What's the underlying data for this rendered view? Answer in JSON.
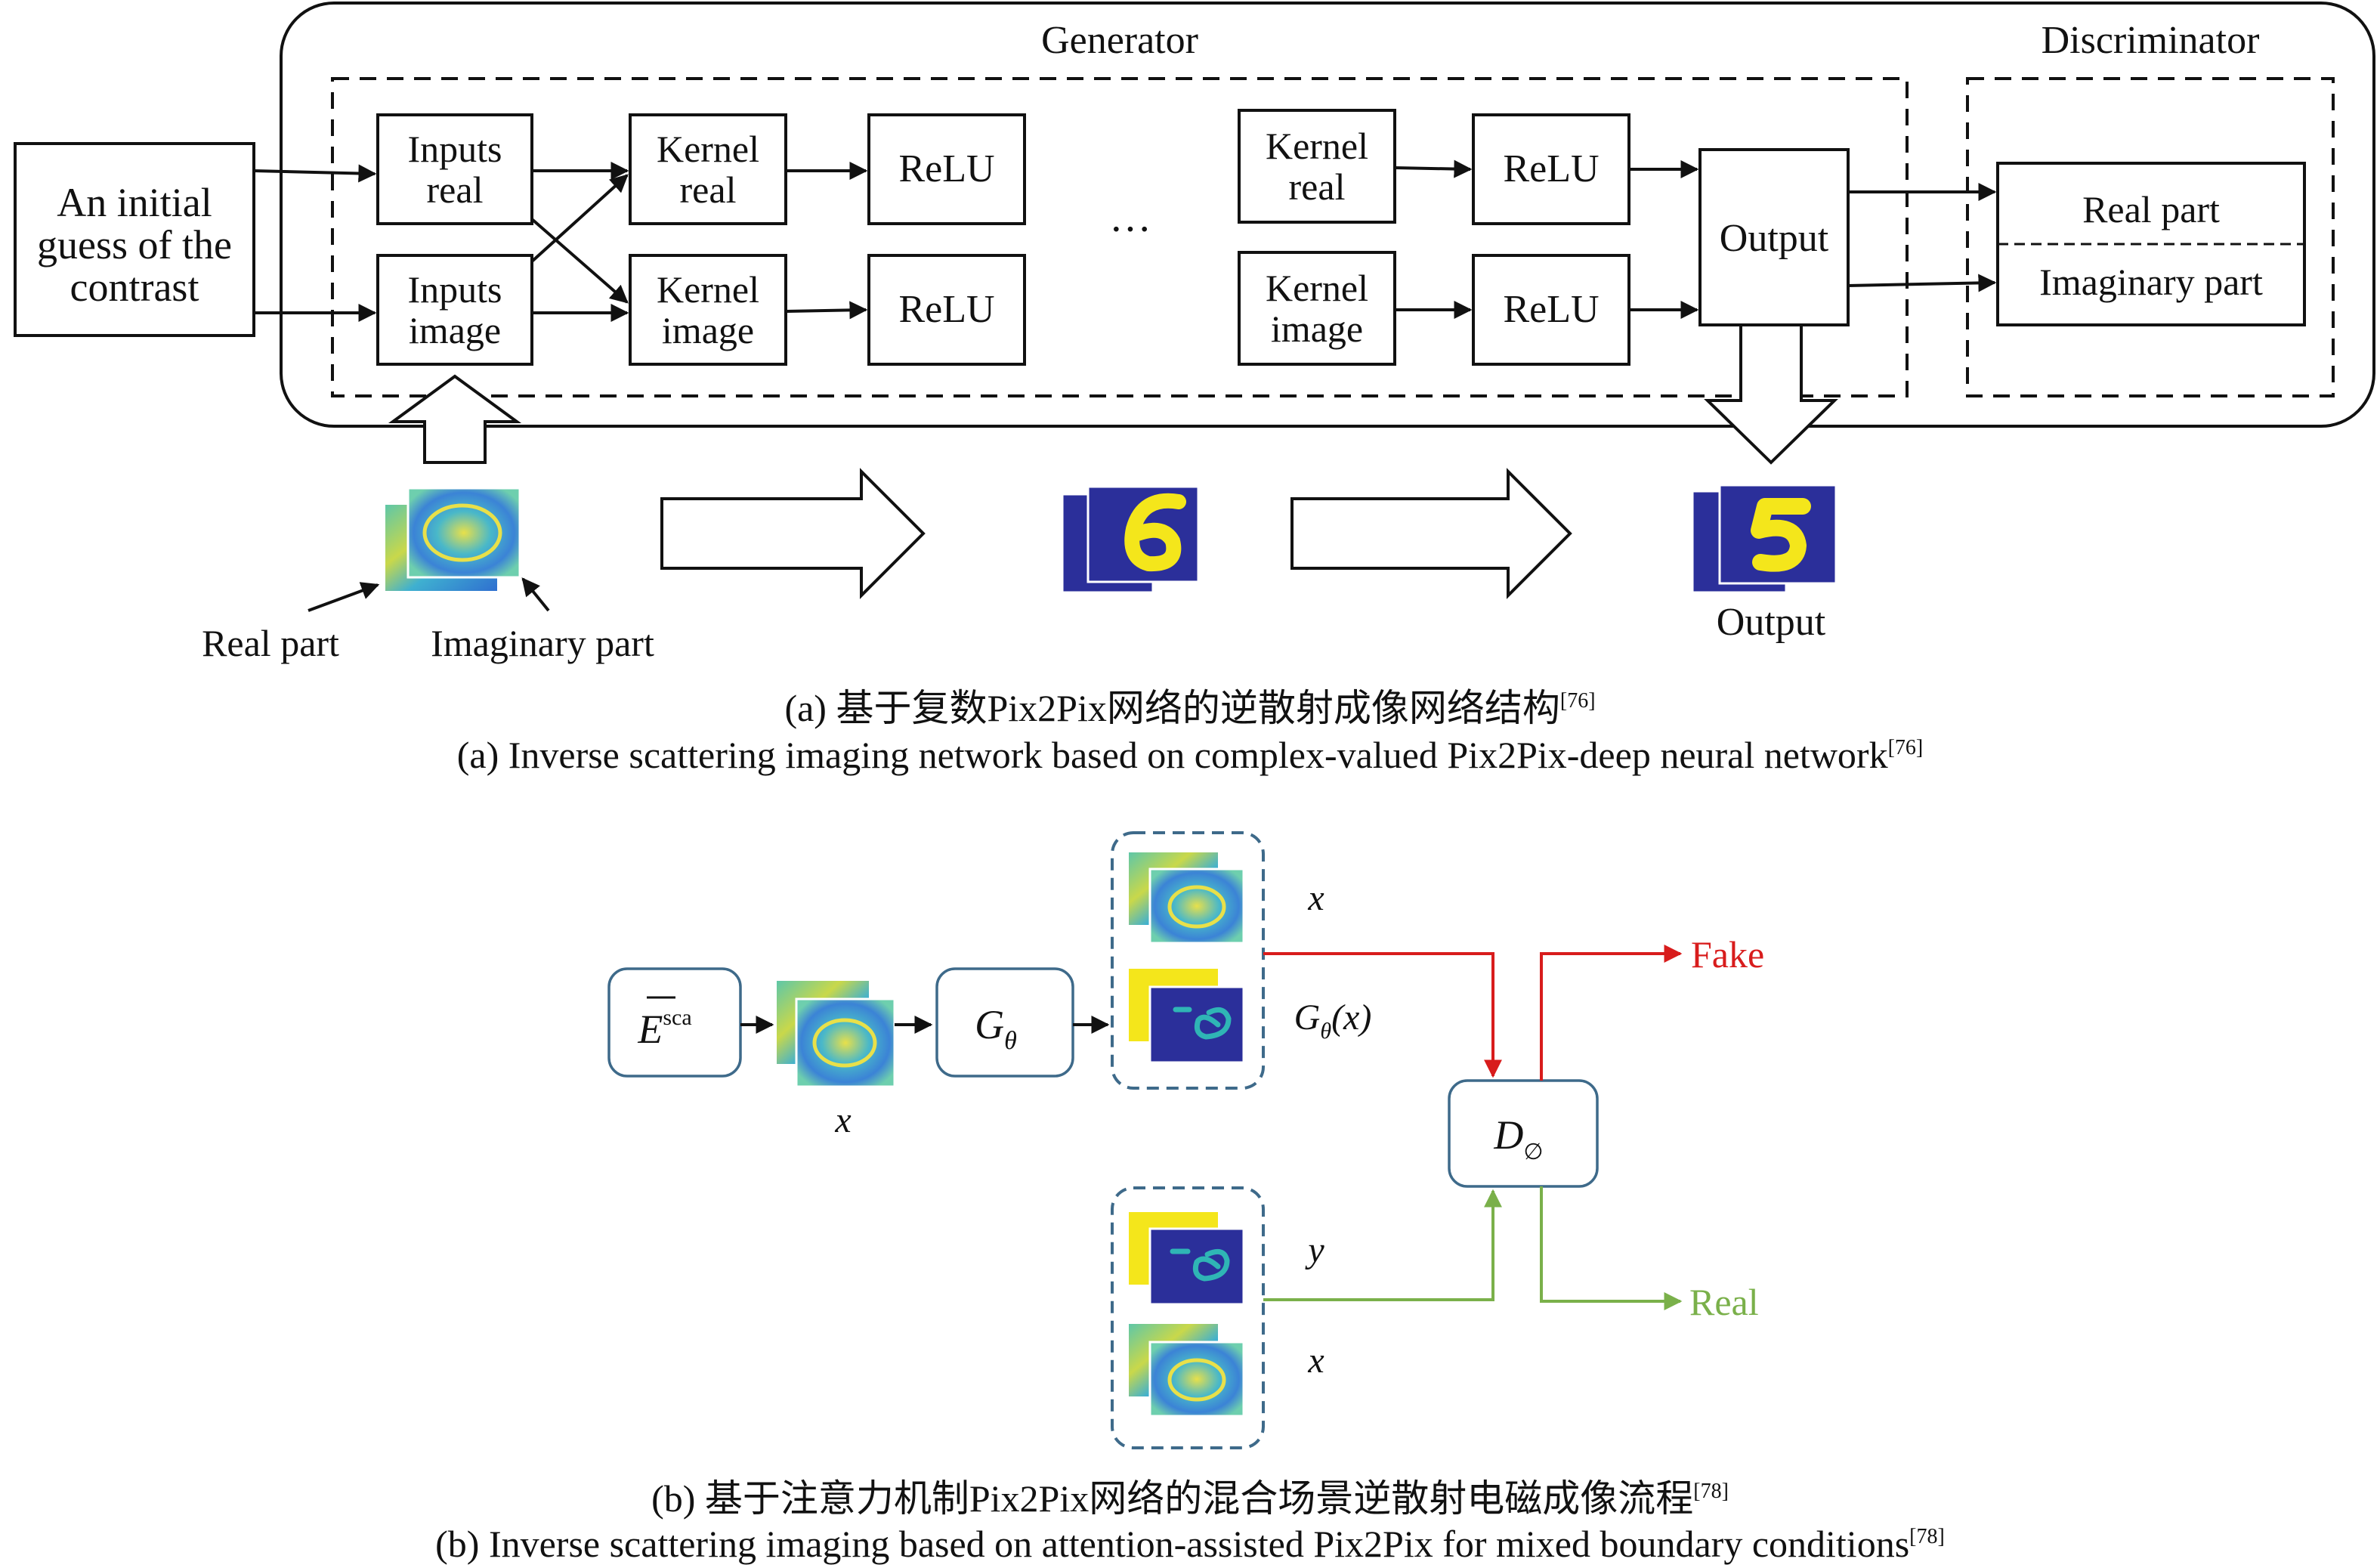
{
  "panel_a": {
    "generator_title": "Generator",
    "discriminator_title": "Discriminator",
    "initial_guess": [
      "An initial",
      "guess of the",
      "contrast"
    ],
    "inputs_real": [
      "Inputs",
      "real"
    ],
    "inputs_image": [
      "Inputs",
      "image"
    ],
    "kernel_real": [
      "Kernel",
      "real"
    ],
    "kernel_image": [
      "Kernel",
      "image"
    ],
    "relu": "ReLU",
    "ellipsis": "···",
    "output_box": "Output",
    "disc_real": "Real part",
    "disc_imag": "Imaginary part",
    "bottom_real_label": "Real part",
    "bottom_imag_label": "Imaginary part",
    "bottom_output_label": "Output",
    "caption_cn": "(a) 基于复数Pix2Pix网络的逆散射成像网络结构",
    "caption_en": "(a) Inverse scattering imaging network based on complex-valued Pix2Pix-deep neural network",
    "caption_ref": "[76]"
  },
  "panel_b": {
    "e_sca": "E",
    "e_sca_sup": "sca",
    "g_theta": "G",
    "theta": "θ",
    "x_label": "x",
    "y_label": "y",
    "g_theta_x_paren": "(x)",
    "d_label": "D",
    "d_sub": "∅",
    "fake": "Fake",
    "real": "Real",
    "caption_cn": "(b) 基于注意力机制Pix2Pix网络的混合场景逆散射电磁成像流程",
    "caption_en": "(b) Inverse scattering imaging based on attention-assisted Pix2Pix for mixed boundary conditions",
    "caption_ref": "[78]"
  },
  "colors": {
    "fake_arrow": "#d81c1c",
    "real_arrow": "#7ab04a",
    "node_border": "#3e6a8a",
    "field_yellow": "#f4e61b",
    "field_navy": "#2b2f9a",
    "field_cyan": "#2fb5b5",
    "field_blue": "#3a78d0"
  }
}
